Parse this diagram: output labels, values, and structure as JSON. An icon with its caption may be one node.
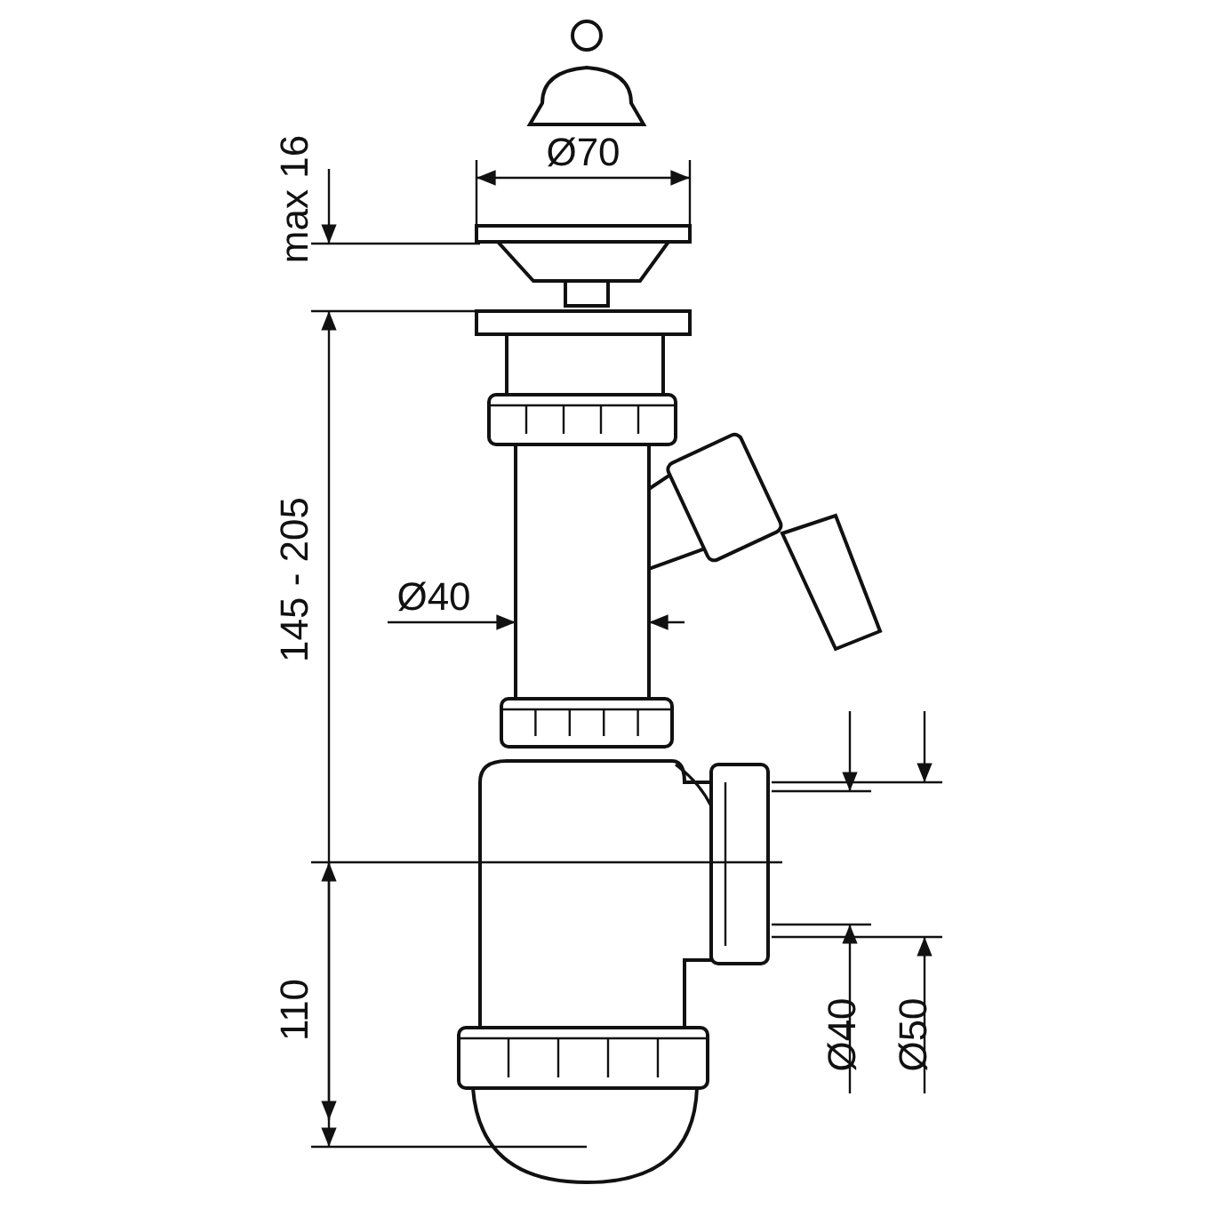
{
  "diagram": {
    "labels": [
      "max 16",
      "Ø70",
      "145 - 205",
      "Ø40",
      "110",
      "Ø40",
      "Ø50"
    ]
  }
}
